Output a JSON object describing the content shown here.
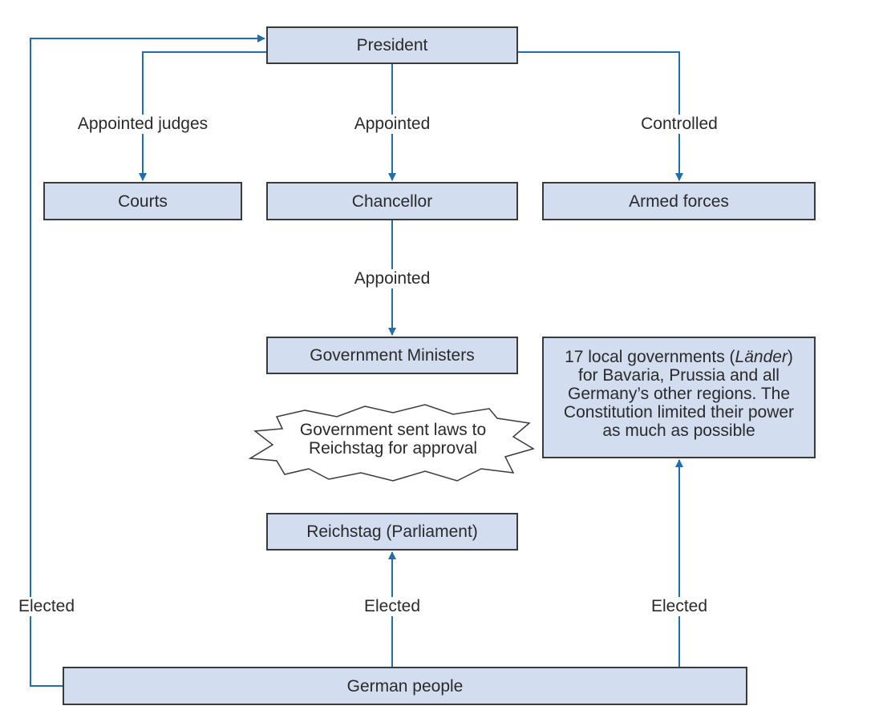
{
  "colors": {
    "box_fill": "#d3ddf0",
    "box_border": "#3a3a3a",
    "arrow": "#1f6fb0"
  },
  "nodes": {
    "president": "President",
    "courts": "Courts",
    "chancellor": "Chancellor",
    "armed_forces": "Armed forces",
    "ministers": "Government Ministers",
    "lander": {
      "prefix": "17 local governments (",
      "italic": "Länder",
      "suffix": ")",
      "rest": "for Bavaria, Prussia and all Germany’s other regions. The Constitution limited their power as much as possible"
    },
    "reichstag": "Reichstag (Parliament)",
    "people": "German people",
    "burst": "Government sent laws to Reichstag for approval"
  },
  "edges": {
    "president_courts": "Appointed judges",
    "president_chancellor": "Appointed",
    "president_armed": "Controlled",
    "chancellor_ministers": "Appointed",
    "people_president": "Elected",
    "people_reichstag": "Elected",
    "people_lander": "Elected"
  }
}
